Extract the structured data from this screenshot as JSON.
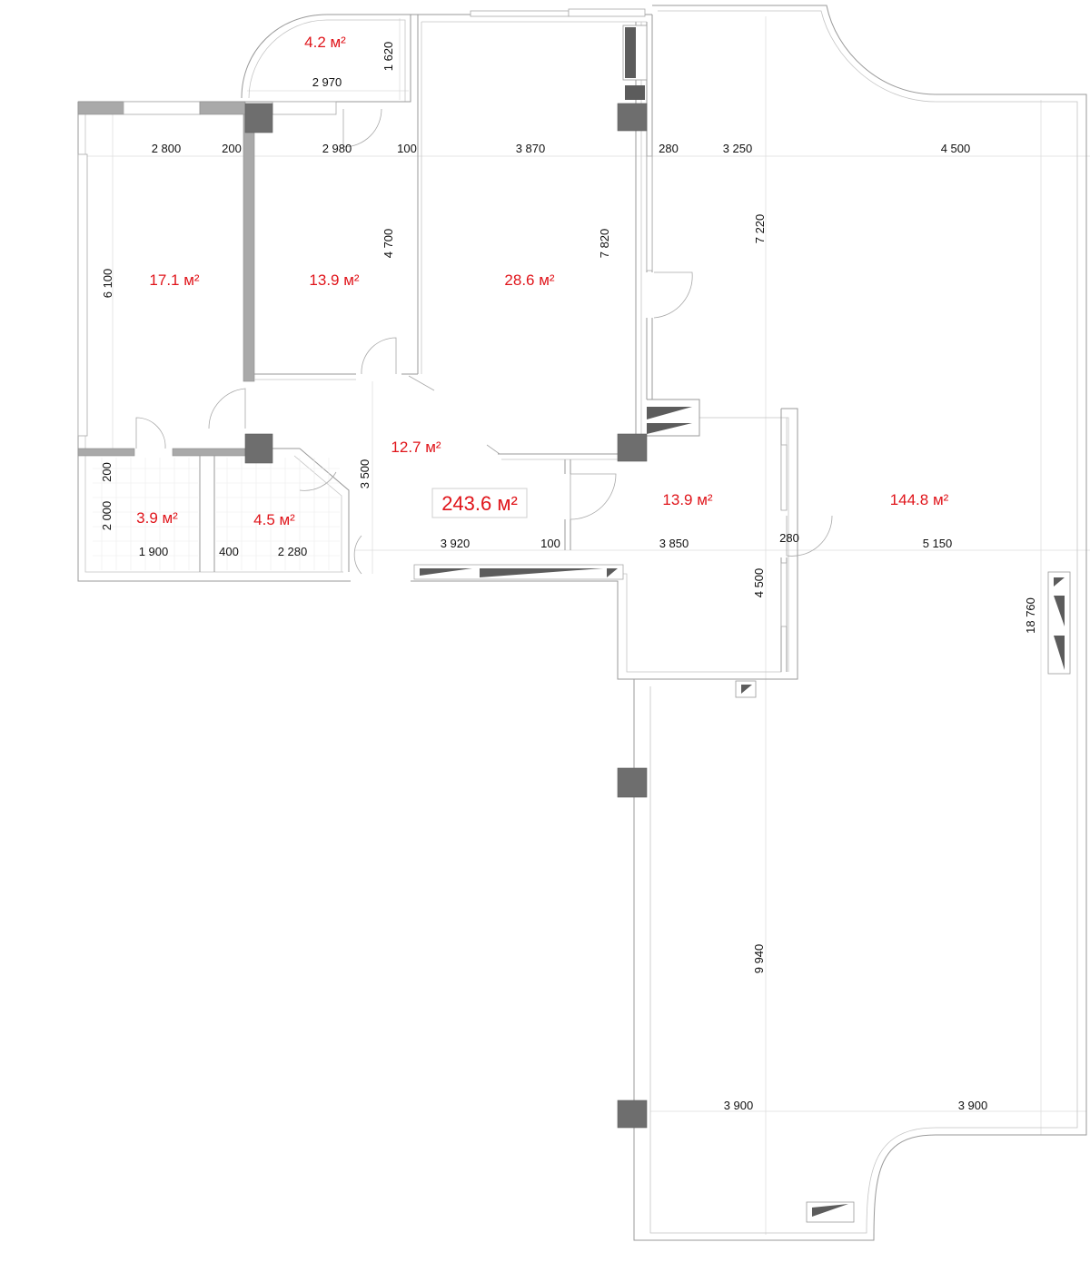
{
  "plan": {
    "total_area": "243.6 м²",
    "rooms": [
      {
        "id": "balcony-top",
        "area": "4.2 м²"
      },
      {
        "id": "room-left",
        "area": "17.1 м²"
      },
      {
        "id": "room-mid",
        "area": "13.9 м²"
      },
      {
        "id": "room-large",
        "area": "28.6 м²"
      },
      {
        "id": "hall",
        "area": "12.7 м²"
      },
      {
        "id": "bath-1",
        "area": "3.9 м²"
      },
      {
        "id": "bath-2",
        "area": "4.5 м²"
      },
      {
        "id": "room-center",
        "area": "13.9 м²"
      },
      {
        "id": "terrace",
        "area": "144.8 м²"
      }
    ],
    "dimensions": [
      "1 620",
      "2 970",
      "2 800",
      "200",
      "2 980",
      "100",
      "3 870",
      "280",
      "3 250",
      "4 500",
      "7 220",
      "7 820",
      "4 700",
      "6 100",
      "3 500",
      "200",
      "2 000",
      "1 900",
      "400",
      "2 280",
      "3 920",
      "100",
      "3 850",
      "280",
      "5 150",
      "4 500",
      "18 760",
      "9 940",
      "3 900",
      "3 900"
    ]
  },
  "colors": {
    "area_label": "#e0151b",
    "dimension_text": "#111111",
    "wall": "#9a9a9a",
    "column": "#6e6e6e"
  }
}
